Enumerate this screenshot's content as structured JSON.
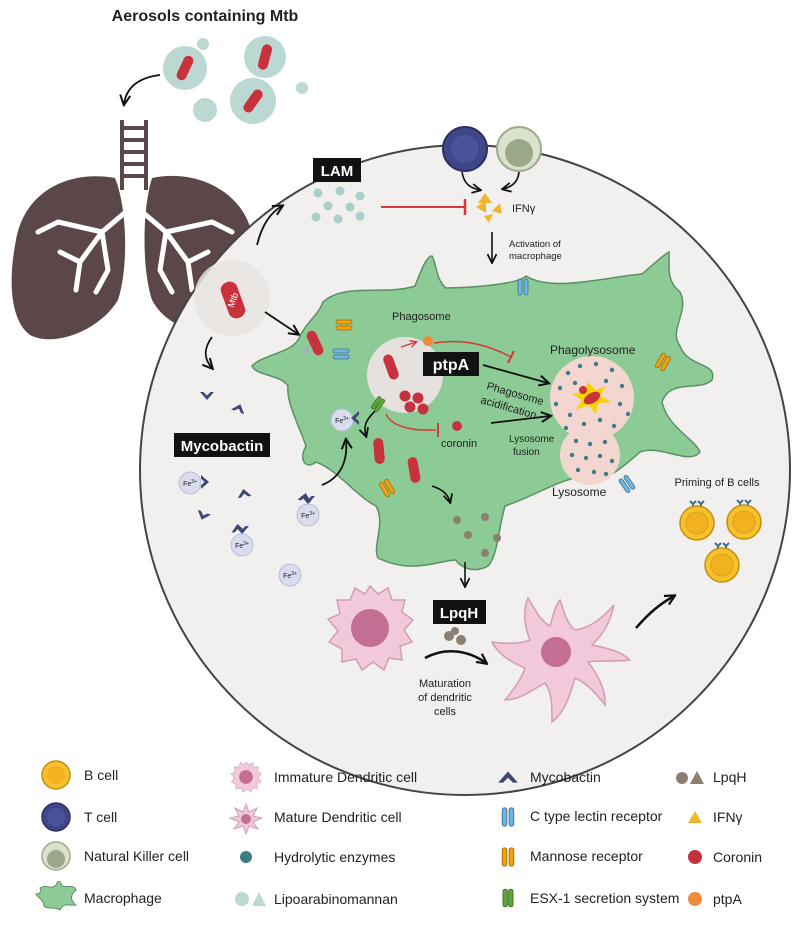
{
  "title": "Aerosols containing Mtb",
  "labels": {
    "mtb": "Mtb",
    "lam": "LAM",
    "ifng": "IFNγ",
    "activation": [
      "Activation of",
      "macrophage"
    ],
    "phagosome": "Phagosome",
    "ptpa": "ptpA",
    "phagolysosome": "Phagolysosome",
    "phagosome_acid": [
      "Phagosome",
      "acidification"
    ],
    "coronin": "coronin",
    "lysosome_fusion": [
      "Lysosome",
      "fusion"
    ],
    "lysosome": "Lysosome",
    "mycobactin": "Mycobactin",
    "fe": "Fe",
    "fe_charge": "3+",
    "lpqh": "LpqH",
    "maturation": [
      "Maturation",
      "of dendritic",
      "cells"
    ],
    "priming": "Priming of B cells"
  },
  "legend": [
    {
      "icon": "b-cell-icon",
      "label": "B cell"
    },
    {
      "icon": "t-cell-icon",
      "label": "T cell"
    },
    {
      "icon": "nk-cell-icon",
      "label": "Natural Killer cell"
    },
    {
      "icon": "macrophage-icon",
      "label": "Macrophage"
    },
    {
      "icon": "immature-dc-icon",
      "label": "Immature Dendritic cell"
    },
    {
      "icon": "mature-dc-icon",
      "label": "Mature Dendritic cell"
    },
    {
      "icon": "hydrolytic-enzyme-icon",
      "label": "Hydrolytic enzymes"
    },
    {
      "icon": "lam-icon",
      "label": "Lipoarabinomannan"
    },
    {
      "icon": "mycobactin-icon",
      "label": "Mycobactin"
    },
    {
      "icon": "c-type-lectin-icon",
      "label": "C type lectin receptor"
    },
    {
      "icon": "mannose-receptor-icon",
      "label": "Mannose receptor"
    },
    {
      "icon": "esx1-icon",
      "label": "ESX-1 secretion system"
    },
    {
      "icon": "lpqh-icon",
      "label": "LpqH"
    },
    {
      "icon": "ifng-icon",
      "label": "IFNγ"
    },
    {
      "icon": "coronin-icon",
      "label": "Coronin"
    },
    {
      "icon": "ptpa-icon",
      "label": "ptpA"
    }
  ],
  "colors": {
    "lung": "#5b4748",
    "circle_bg": "#f2f0ee",
    "aerosol": "#bcd8d3",
    "bacterium": "#c9323d",
    "macrophage": "#8ccb95",
    "macrophage_stroke": "#5c8f65",
    "vesicle": "#f3d6d0",
    "phagosome_bg": "#e6e0de",
    "enzyme": "#3b7d86",
    "mycobactin": "#3d4778",
    "tcell": "#3f4789",
    "nk": "#d9e3cc",
    "bcell": "#f6c12d",
    "dc": "#f1c9db",
    "dc_nucleus": "#c36e93",
    "lpqh": "#8b7f72",
    "ifng": "#f0b52c",
    "coronin": "#c5323f",
    "ptpa": "#f08a3c",
    "lectin": "#6fb6e0",
    "mannose": "#f2a20e",
    "esx1": "#5fa53a",
    "inhibit": "#d73a35"
  }
}
